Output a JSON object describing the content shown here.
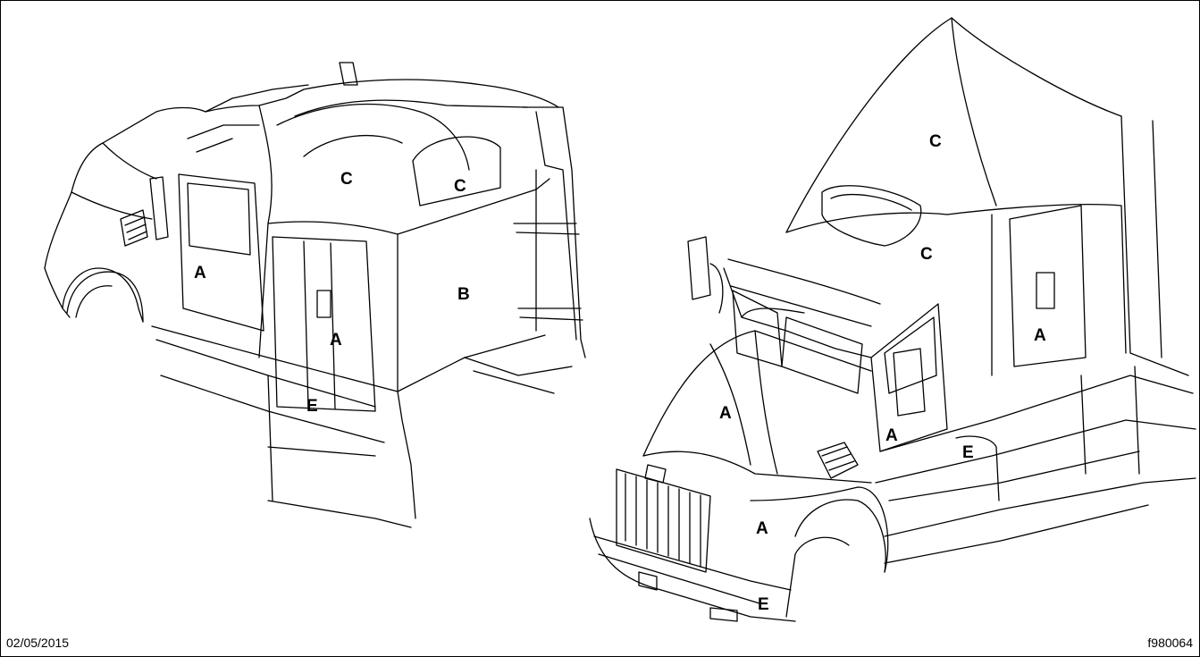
{
  "figure": {
    "date": "02/05/2015",
    "figure_id": "f980064"
  },
  "left_view": {
    "labels": [
      "C",
      "C",
      "A",
      "B",
      "A",
      "E"
    ]
  },
  "right_view": {
    "labels": [
      "C",
      "C",
      "A",
      "A",
      "A",
      "E",
      "A",
      "E"
    ]
  }
}
